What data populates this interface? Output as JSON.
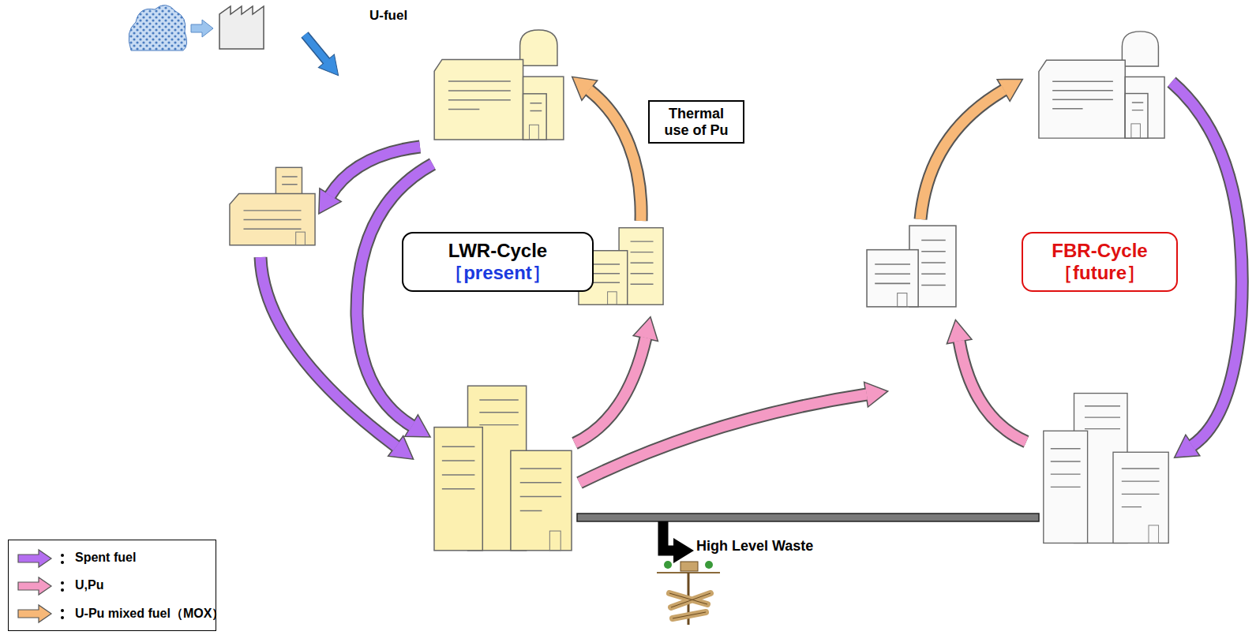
{
  "diagram": {
    "nodes": [
      {
        "text": [
          "Thermal use of Pu"
        ]
      },
      {
        "text": [
          "LWR-Cycle",
          "［present］"
        ]
      },
      {
        "text": [
          "FBR-Cycle",
          "［future］"
        ]
      }
    ],
    "labels": [
      "U-fuel",
      "High Level Waste"
    ],
    "legend": [
      {
        "text": "Spent fuel",
        "color": "#b46ef0"
      },
      {
        "text": "U,Pu",
        "color": "#f49ac4"
      },
      {
        "text": "U-Pu mixed fuel（MOX）",
        "color": "#f7b878"
      }
    ]
  }
}
